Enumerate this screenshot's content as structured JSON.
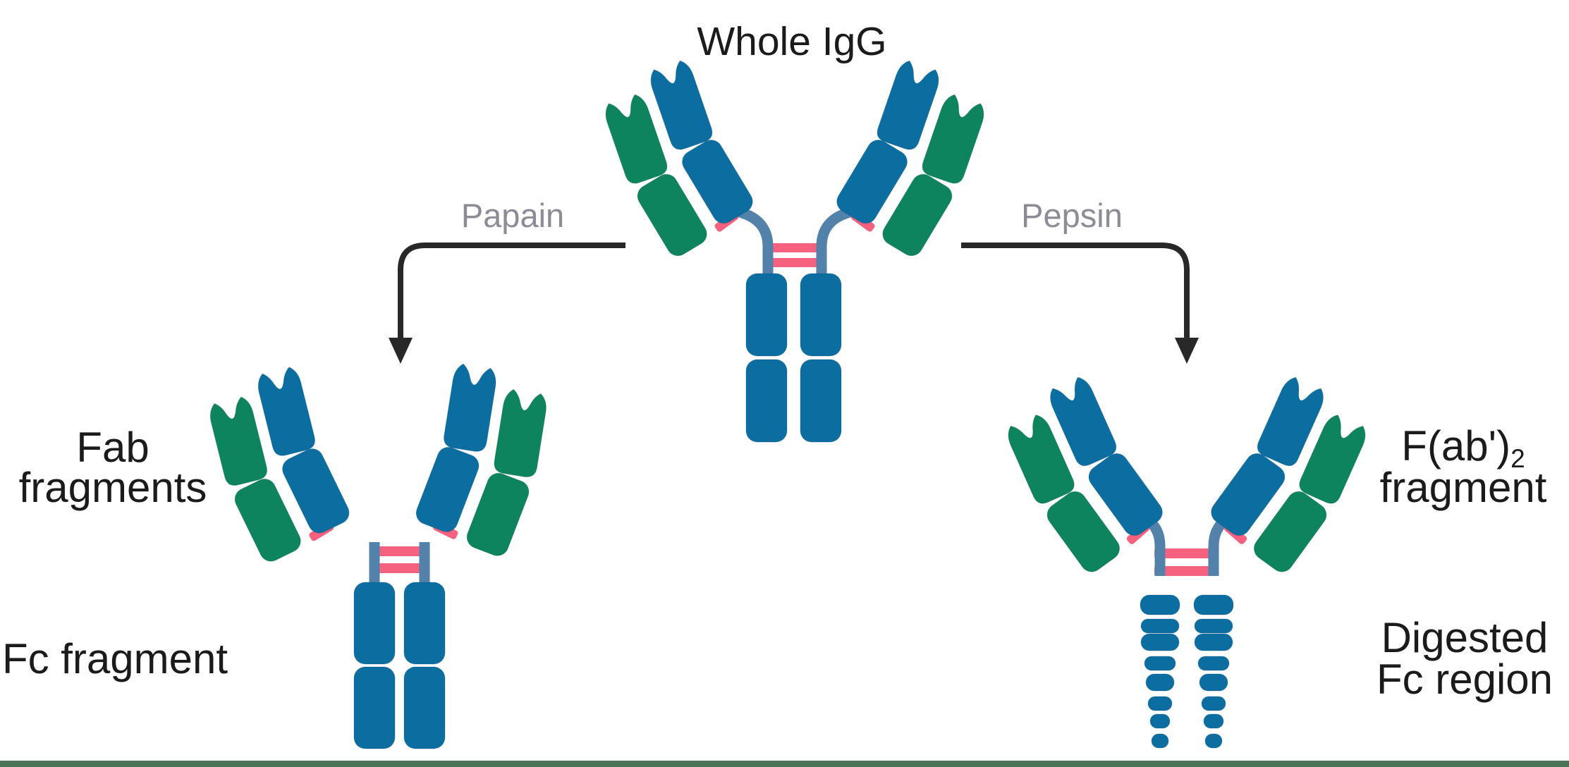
{
  "title": "Whole IgG",
  "enzymes": {
    "left": "Papain",
    "right": "Pepsin"
  },
  "products": {
    "fab": {
      "line1": "Fab",
      "line2": "fragments"
    },
    "fc": "Fc fragment",
    "fab2": {
      "main": "F(ab')",
      "sub": "2",
      "line2": "fragment"
    },
    "digested": {
      "line1": "Digested",
      "line2": "Fc region"
    }
  },
  "icons": {
    "papain_arrow": "down-elbow-arrow-icon",
    "pepsin_arrow": "down-elbow-arrow-icon"
  },
  "colors": {
    "bg": "#ffffff",
    "heavy": "#0c6da1",
    "light": "#0d835e",
    "hinge": "#5282aa",
    "bond": "#f5617e",
    "arrow": "#282828",
    "text": "#1b1b1b",
    "enzyme": "#8d8c96",
    "strip": "#4b7456"
  }
}
